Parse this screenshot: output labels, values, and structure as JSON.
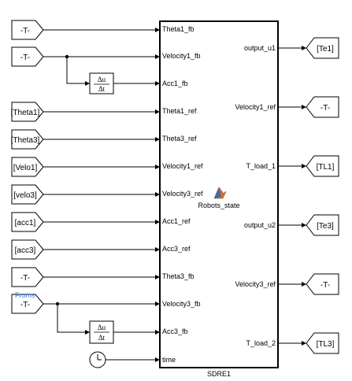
{
  "subsystem": {
    "name": "SDRE1",
    "function_label": "Robots_state",
    "icon": "matlab-function-icon",
    "inputs": [
      "Theta1_fb",
      "Velocity1_fb",
      "Acc1_fb",
      "Theta1_ref",
      "Theta3_ref",
      "Velocity1_ref",
      "Velocity3_ref",
      "Acc1_ref",
      "Acc3_ref",
      "Theta3_fb",
      "Velocity3_fb",
      "Acc3_fb",
      "time"
    ],
    "outputs": [
      "output_u1",
      "Velocity1_ref",
      "T_load_1",
      "output_u2",
      "Velocity3_ref",
      "T_load_2"
    ]
  },
  "from_blocks": [
    "-T-",
    "-T-",
    "[Theta1]",
    "[Theta3]",
    "[Velo1]",
    "[velo3]",
    "[acc1]",
    "[acc3]",
    "-T-",
    "-T-"
  ],
  "from_hover_label": "Froms",
  "derivative": {
    "numerator": "Δu",
    "denominator": "Δt"
  },
  "clock_icon": "clock-icon",
  "goto_blocks": [
    "[Te1]",
    "-T-",
    "[TL1]",
    "[Te3]",
    "-T-",
    "[TL3]"
  ]
}
